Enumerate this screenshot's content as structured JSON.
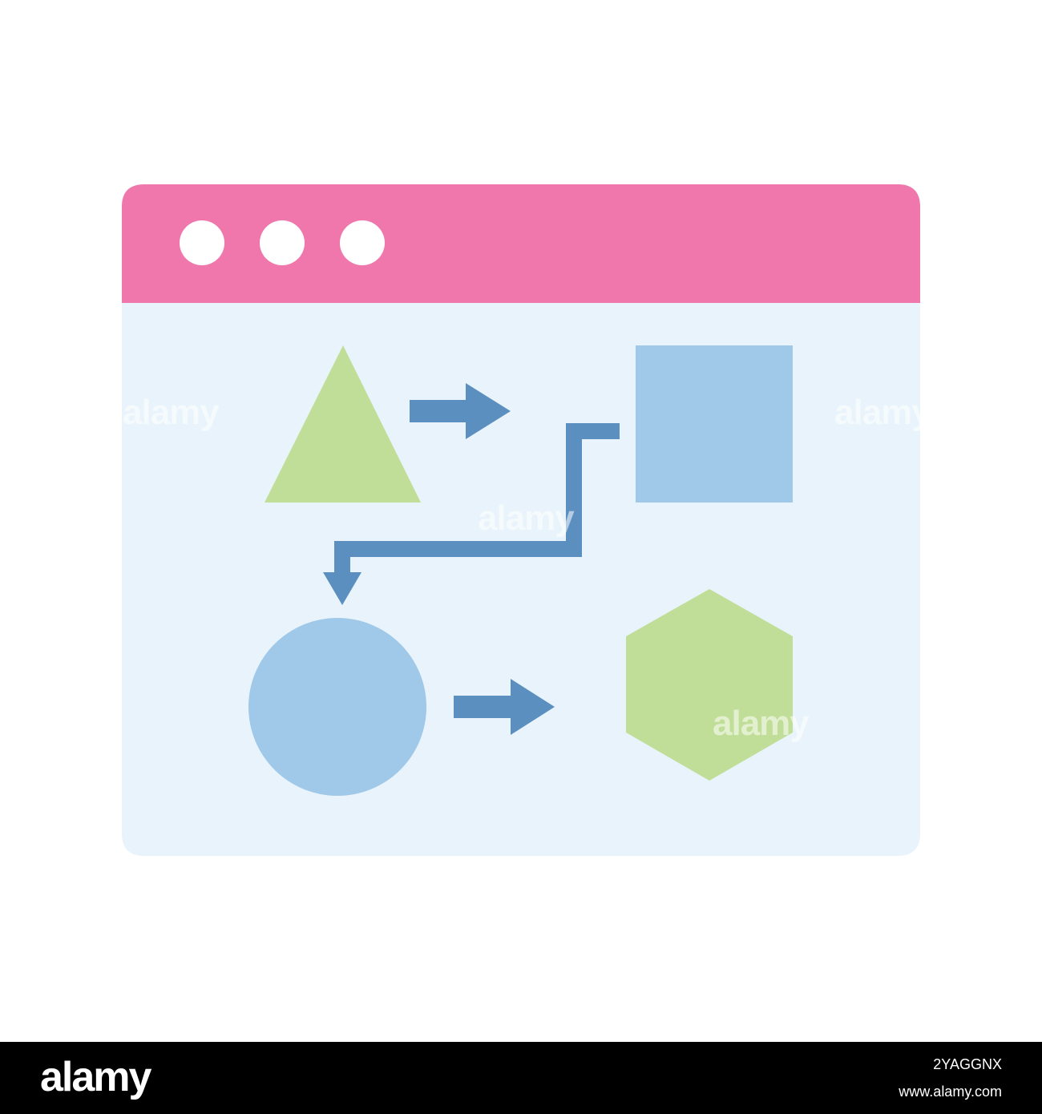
{
  "illustration": {
    "description_icon": "workflow-browser-window-icon",
    "colors": {
      "title_bar": "#EF77AB",
      "window_body": "#E8F3FB",
      "window_dot": "#FFFFFF",
      "shape_green": "#C1DE98",
      "shape_blue": "#9FC8E9",
      "arrow": "#5B8FBF"
    }
  },
  "watermark": {
    "text": "alamy"
  },
  "footer": {
    "logo": "alamy",
    "image_id": "2YAGGNX",
    "url": "www.alamy.com"
  }
}
